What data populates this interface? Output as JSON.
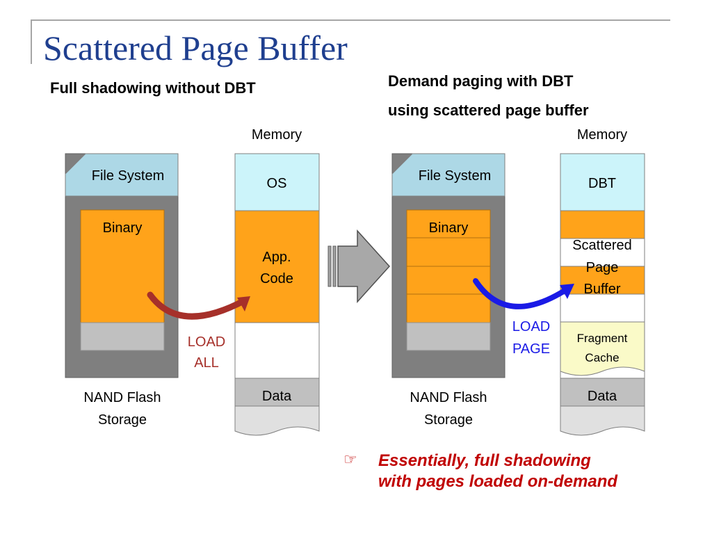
{
  "slide": {
    "title": "Scattered Page Buffer",
    "left_heading": "Full shadowing without DBT",
    "right_heading_line1": "Demand paging with DBT",
    "right_heading_line2": "using scattered page buffer"
  },
  "left_diagram": {
    "storage": {
      "file_system": "File System",
      "binary": "Binary",
      "caption_line1": "NAND Flash",
      "caption_line2": "Storage"
    },
    "memory": {
      "heading": "Memory",
      "os": "OS",
      "app_line1": "App.",
      "app_line2": "Code",
      "data": "Data"
    },
    "arrow_label_line1": "LOAD",
    "arrow_label_line2": "ALL"
  },
  "right_diagram": {
    "storage": {
      "file_system": "File System",
      "binary": "Binary",
      "caption_line1": "NAND Flash",
      "caption_line2": "Storage"
    },
    "memory": {
      "heading": "Memory",
      "dbt": "DBT",
      "spb_line1": "Scattered",
      "spb_line2": "Page",
      "spb_line3": "Buffer",
      "frag_line1": "Fragment",
      "frag_line2": "Cache",
      "data": "Data"
    },
    "arrow_label_line1": "LOAD",
    "arrow_label_line2": "PAGE"
  },
  "note": {
    "icon": "pointing-hand-icon",
    "line1": "Essentially, full shadowing",
    "line2": "with pages loaded on-demand"
  },
  "colors": {
    "title": "#1f3f8f",
    "file_system": "#add8e6",
    "os": "#ccf4fa",
    "storage_frame": "#7f7f7f",
    "orange": "#ffa31a",
    "gray_block": "#c0c0c0",
    "fragment": "#fafac8",
    "load_all_arrow": "#a6302a",
    "load_page_arrow": "#1a1ae6",
    "note": "#c00000"
  }
}
